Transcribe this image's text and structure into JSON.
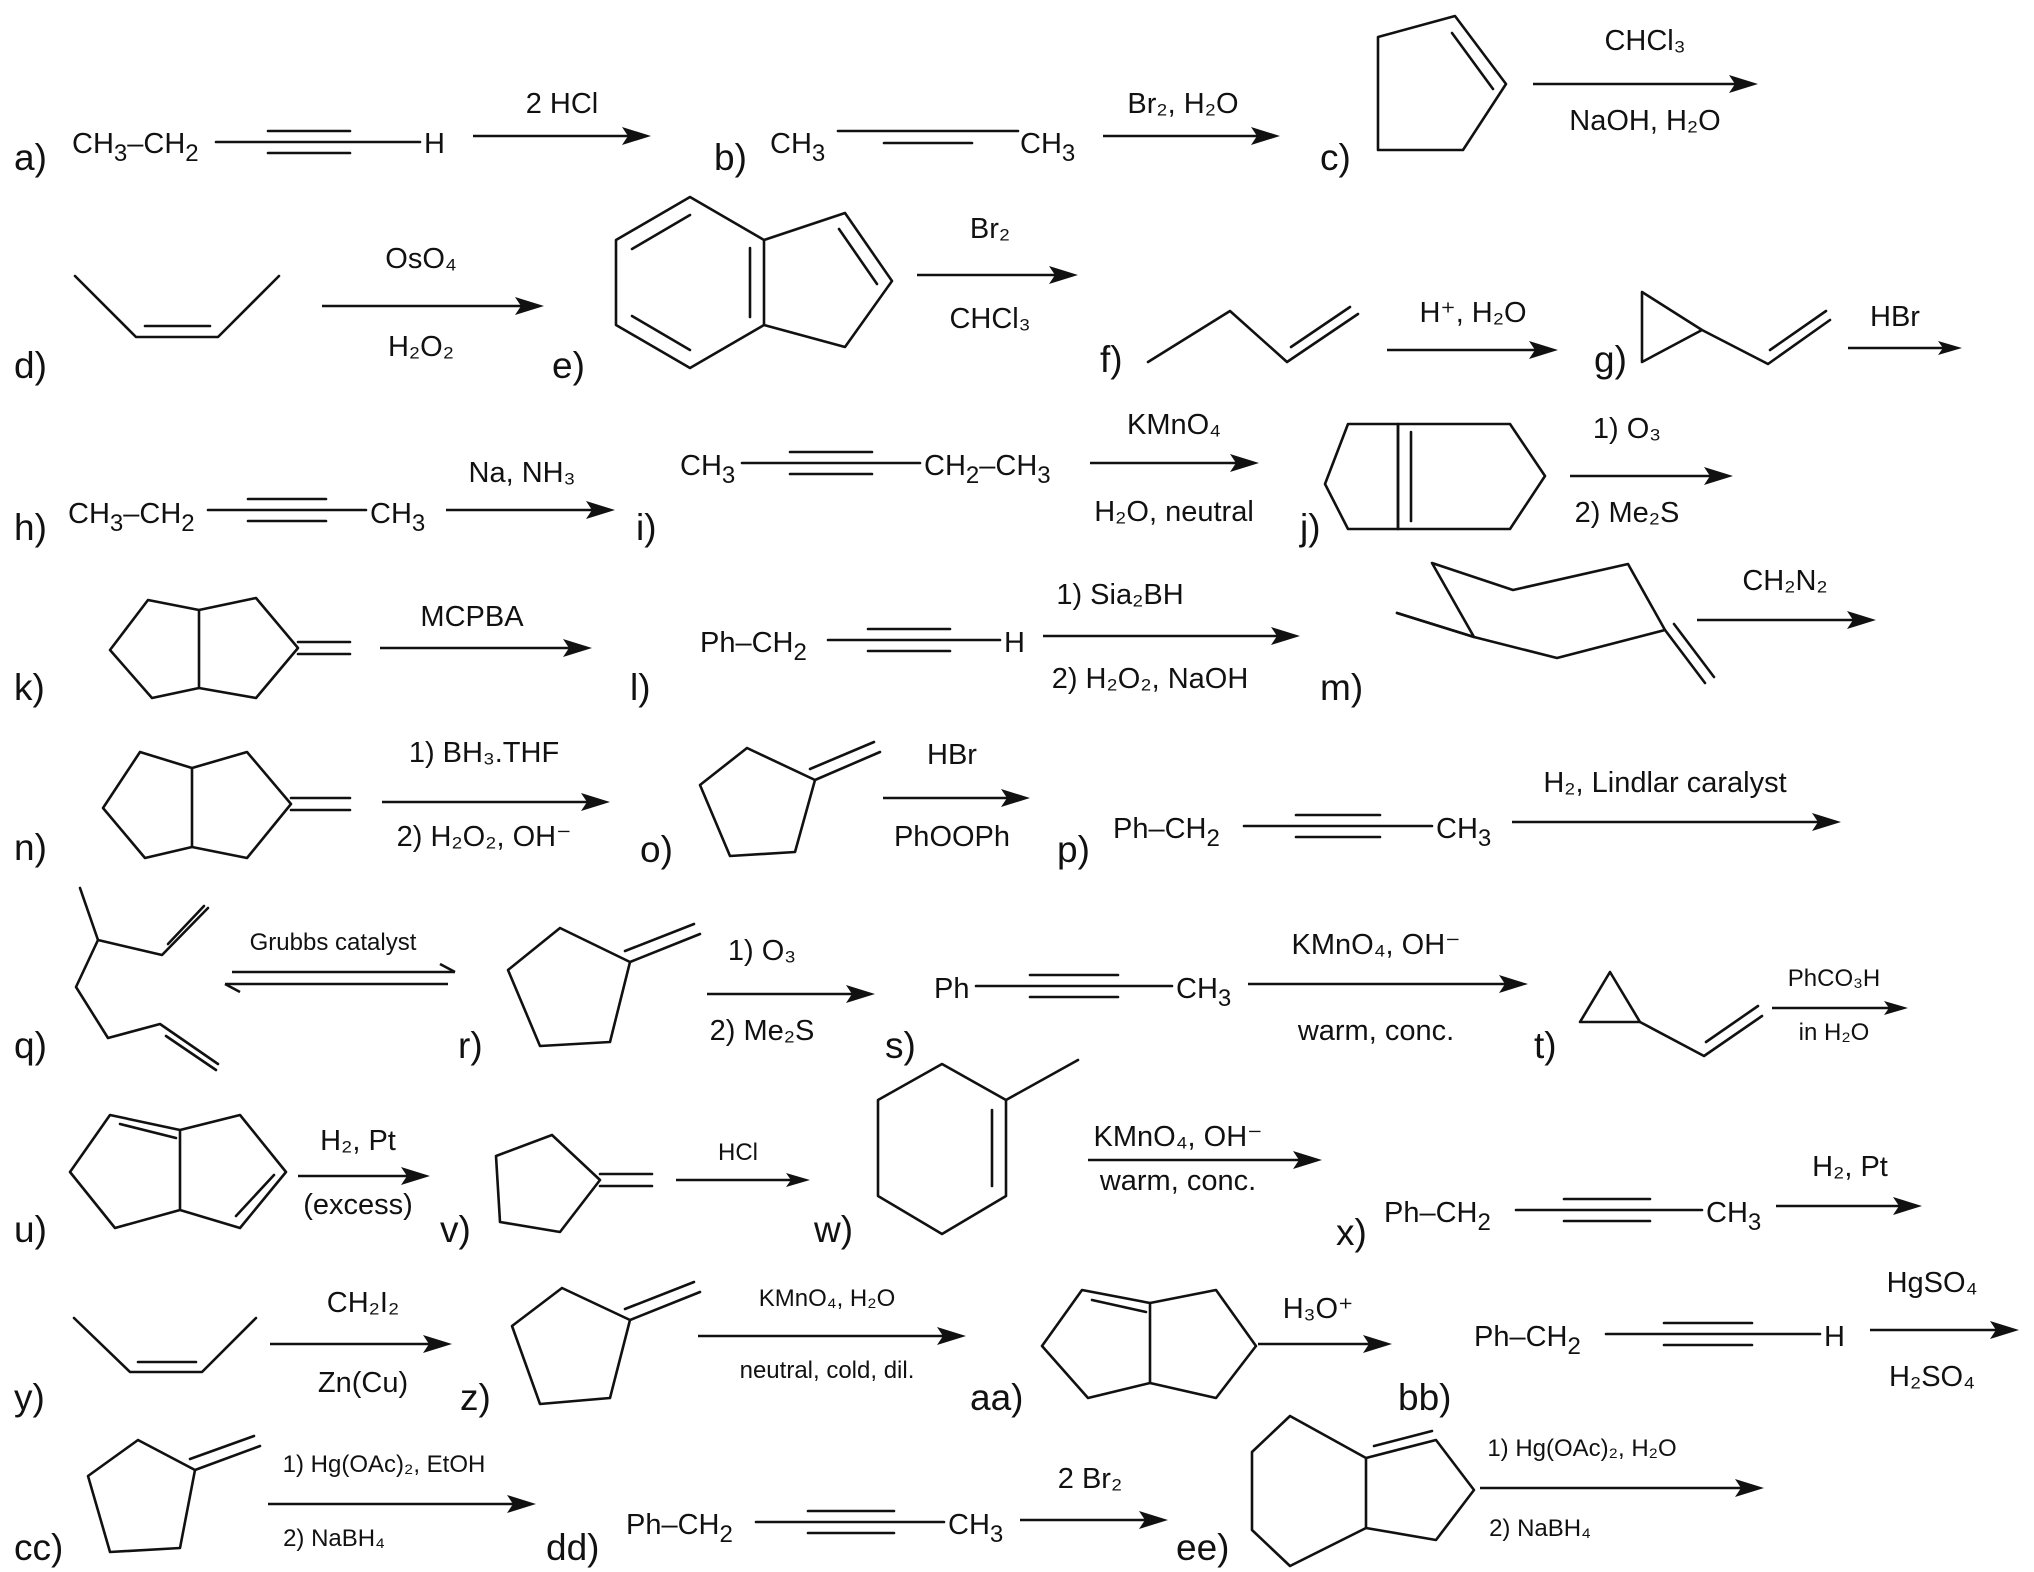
{
  "problems": [
    {
      "label": "a)",
      "formula": [
        "CH",
        "3",
        "–CH",
        "2",
        "–H"
      ],
      "reagent_top": "2 HCl",
      "reagent_bottom": ""
    },
    {
      "label": "b)",
      "formula": [
        "CH",
        "3",
        "CH",
        "3"
      ],
      "reagent_top": "Br₂, H₂O",
      "reagent_bottom": ""
    },
    {
      "label": "c)",
      "reagent_top": "CHCl₃",
      "reagent_bottom": "NaOH, H₂O"
    },
    {
      "label": "d)",
      "reagent_top": "OsO₄",
      "reagent_bottom": "H₂O₂"
    },
    {
      "label": "e)",
      "reagent_top": "Br₂",
      "reagent_bottom": "CHCl₃"
    },
    {
      "label": "f)",
      "reagent_top": "H⁺, H₂O",
      "reagent_bottom": ""
    },
    {
      "label": "g)",
      "reagent_top": "HBr",
      "reagent_bottom": ""
    },
    {
      "label": "h)",
      "formula": "CH₃–CH₂–≡–CH₃",
      "reagent_top": "Na, NH₃",
      "reagent_bottom": ""
    },
    {
      "label": "i)",
      "formula": "CH₃–≡–CH₂–CH₃",
      "reagent_top": "KMnO₄",
      "reagent_bottom": "H₂O, neutral"
    },
    {
      "label": "j)",
      "reagent_top": "1) O₃",
      "reagent_bottom": "2) Me₂S"
    },
    {
      "label": "k)",
      "reagent_top": "MCPBA",
      "reagent_bottom": ""
    },
    {
      "label": "l)",
      "formula": "Ph–CH₂–≡–H",
      "reagent_top": "1) Sia₂BH",
      "reagent_bottom": "2) H₂O₂, NaOH"
    },
    {
      "label": "m)",
      "reagent_top": "CH₂N₂",
      "reagent_bottom": ""
    },
    {
      "label": "n)",
      "reagent_top": "1) BH₃.THF",
      "reagent_bottom": "2) H₂O₂, OH⁻"
    },
    {
      "label": "o)",
      "reagent_top": "HBr",
      "reagent_bottom": "PhOOPh"
    },
    {
      "label": "p)",
      "formula": "Ph–CH₂–≡–CH₃",
      "reagent_top": "H₂, Lindlar caralyst",
      "reagent_bottom": ""
    },
    {
      "label": "q)",
      "reagent_top": "Grubbs catalyst",
      "reagent_bottom": ""
    },
    {
      "label": "r)",
      "reagent_top": "1) O₃",
      "reagent_bottom": "2) Me₂S"
    },
    {
      "label": "s)",
      "formula": "Ph–≡–CH₃",
      "reagent_top": "KMnO₄, OH⁻",
      "reagent_bottom": "warm, conc."
    },
    {
      "label": "t)",
      "reagent_top": "PhCO₃H",
      "reagent_bottom": "in H₂O"
    },
    {
      "label": "u)",
      "reagent_top": "H₂, Pt",
      "reagent_bottom": "(excess)"
    },
    {
      "label": "v)",
      "reagent_top": "HCl",
      "reagent_bottom": ""
    },
    {
      "label": "w)",
      "reagent_top": "KMnO₄, OH⁻",
      "reagent_bottom": "warm, conc."
    },
    {
      "label": "x)",
      "formula": "Ph–CH₂–≡–CH₃",
      "reagent_top": "H₂, Pt",
      "reagent_bottom": ""
    },
    {
      "label": "y)",
      "reagent_top": "CH₂I₂",
      "reagent_bottom": "Zn(Cu)"
    },
    {
      "label": "z)",
      "reagent_top": "KMnO₄, H₂O",
      "reagent_bottom": "neutral, cold, dil."
    },
    {
      "label": "aa)",
      "reagent_top": "H₃O⁺",
      "reagent_bottom": ""
    },
    {
      "label": "bb)",
      "formula": "Ph–CH₂–≡–H",
      "reagent_top": "HgSO₄",
      "reagent_bottom": "H₂SO₄"
    },
    {
      "label": "cc)",
      "reagent_top": "1) Hg(OAc)₂, EtOH",
      "reagent_bottom": "2) NaBH₄"
    },
    {
      "label": "dd)",
      "formula": "Ph–CH₂–≡–CH₃",
      "reagent_top": "2 Br₂",
      "reagent_bottom": ""
    },
    {
      "label": "ee)",
      "reagent_top": "1) Hg(OAc)₂, H₂O",
      "reagent_bottom": "2) NaBH₄"
    }
  ]
}
